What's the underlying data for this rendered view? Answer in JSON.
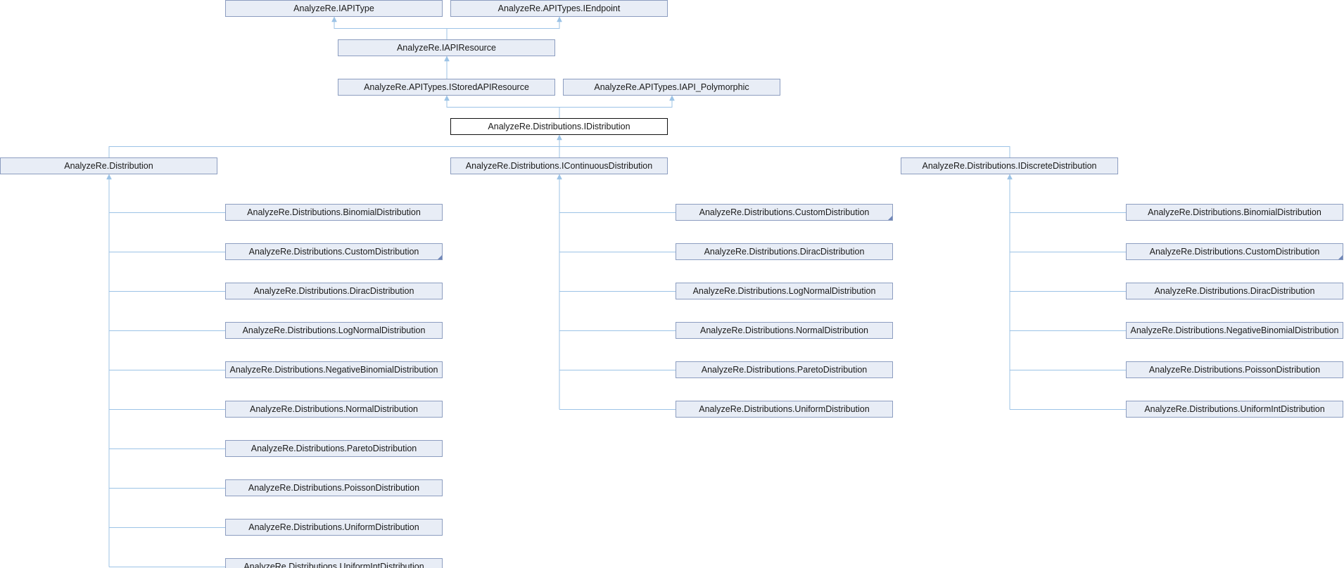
{
  "colors": {
    "node_fill": "#e8edf6",
    "node_border": "#8c9dc0",
    "current_border": "#111111",
    "edge": "#9cc3e6"
  },
  "diagram": {
    "nodes": [
      {
        "id": "iapitype",
        "label": "AnalyzeRe.IAPIType"
      },
      {
        "id": "iendpoint",
        "label": "AnalyzeRe.APITypes.IEndpoint"
      },
      {
        "id": "iapiresource",
        "label": "AnalyzeRe.IAPIResource"
      },
      {
        "id": "istored",
        "label": "AnalyzeRe.APITypes.IStoredAPIResource"
      },
      {
        "id": "ipoly",
        "label": "AnalyzeRe.APITypes.IAPI_Polymorphic"
      },
      {
        "id": "idist",
        "label": "AnalyzeRe.Distributions.IDistribution",
        "current": true
      },
      {
        "id": "dist",
        "label": "AnalyzeRe.Distribution"
      },
      {
        "id": "icont",
        "label": "AnalyzeRe.Distributions.IContinuousDistribution"
      },
      {
        "id": "idisc",
        "label": "AnalyzeRe.Distributions.IDiscreteDistribution"
      },
      {
        "id": "d1",
        "label": "AnalyzeRe.Distributions.BinomialDistribution"
      },
      {
        "id": "d2",
        "label": "AnalyzeRe.Distributions.CustomDistribution",
        "folded": true
      },
      {
        "id": "d3",
        "label": "AnalyzeRe.Distributions.DiracDistribution"
      },
      {
        "id": "d4",
        "label": "AnalyzeRe.Distributions.LogNormalDistribution"
      },
      {
        "id": "d5",
        "label": "AnalyzeRe.Distributions.NegativeBinomialDistribution"
      },
      {
        "id": "d6",
        "label": "AnalyzeRe.Distributions.NormalDistribution"
      },
      {
        "id": "d7",
        "label": "AnalyzeRe.Distributions.ParetoDistribution"
      },
      {
        "id": "d8",
        "label": "AnalyzeRe.Distributions.PoissonDistribution"
      },
      {
        "id": "d9",
        "label": "AnalyzeRe.Distributions.UniformDistribution"
      },
      {
        "id": "d10",
        "label": "AnalyzeRe.Distributions.UniformIntDistribution"
      },
      {
        "id": "c1",
        "label": "AnalyzeRe.Distributions.CustomDistribution",
        "folded": true
      },
      {
        "id": "c2",
        "label": "AnalyzeRe.Distributions.DiracDistribution"
      },
      {
        "id": "c3",
        "label": "AnalyzeRe.Distributions.LogNormalDistribution"
      },
      {
        "id": "c4",
        "label": "AnalyzeRe.Distributions.NormalDistribution"
      },
      {
        "id": "c5",
        "label": "AnalyzeRe.Distributions.ParetoDistribution"
      },
      {
        "id": "c6",
        "label": "AnalyzeRe.Distributions.UniformDistribution"
      },
      {
        "id": "x1",
        "label": "AnalyzeRe.Distributions.BinomialDistribution"
      },
      {
        "id": "x2",
        "label": "AnalyzeRe.Distributions.CustomDistribution",
        "folded": true
      },
      {
        "id": "x3",
        "label": "AnalyzeRe.Distributions.DiracDistribution"
      },
      {
        "id": "x4",
        "label": "AnalyzeRe.Distributions.NegativeBinomialDistribution"
      },
      {
        "id": "x5",
        "label": "AnalyzeRe.Distributions.PoissonDistribution"
      },
      {
        "id": "x6",
        "label": "AnalyzeRe.Distributions.UniformIntDistribution"
      }
    ],
    "edges": [
      {
        "from": "iapiresource",
        "to": "iapitype"
      },
      {
        "from": "iapiresource",
        "to": "iendpoint"
      },
      {
        "from": "istored",
        "to": "iapiresource"
      },
      {
        "from": "idist",
        "to": "istored"
      },
      {
        "from": "idist",
        "to": "ipoly"
      },
      {
        "from": "dist",
        "to": "idist"
      },
      {
        "from": "icont",
        "to": "idist"
      },
      {
        "from": "idisc",
        "to": "idist"
      },
      {
        "from": "d1",
        "to": "dist"
      },
      {
        "from": "d2",
        "to": "dist"
      },
      {
        "from": "d3",
        "to": "dist"
      },
      {
        "from": "d4",
        "to": "dist"
      },
      {
        "from": "d5",
        "to": "dist"
      },
      {
        "from": "d6",
        "to": "dist"
      },
      {
        "from": "d7",
        "to": "dist"
      },
      {
        "from": "d8",
        "to": "dist"
      },
      {
        "from": "d9",
        "to": "dist"
      },
      {
        "from": "d10",
        "to": "dist"
      },
      {
        "from": "c1",
        "to": "icont"
      },
      {
        "from": "c2",
        "to": "icont"
      },
      {
        "from": "c3",
        "to": "icont"
      },
      {
        "from": "c4",
        "to": "icont"
      },
      {
        "from": "c5",
        "to": "icont"
      },
      {
        "from": "c6",
        "to": "icont"
      },
      {
        "from": "x1",
        "to": "idisc"
      },
      {
        "from": "x2",
        "to": "idisc"
      },
      {
        "from": "x3",
        "to": "idisc"
      },
      {
        "from": "x4",
        "to": "idisc"
      },
      {
        "from": "x5",
        "to": "idisc"
      },
      {
        "from": "x6",
        "to": "idisc"
      }
    ]
  }
}
